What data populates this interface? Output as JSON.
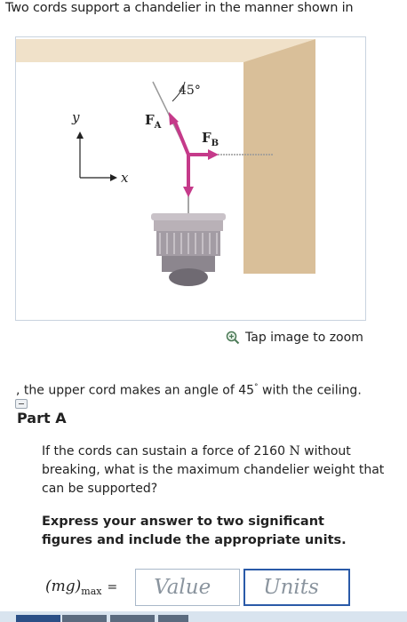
{
  "problem": {
    "intro": "Two cords support a chandelier in the manner shown in",
    "statement_prefix": ", the upper cord makes an angle of 45",
    "statement_degree": "°",
    "statement_suffix": " with the ceiling."
  },
  "figure": {
    "angle_label": "45°",
    "force_a_label": "F",
    "force_a_sub": "A",
    "force_b_label": "F",
    "force_b_sub": "B",
    "axis_y": "y",
    "axis_x": "x",
    "colors": {
      "ceiling": "#e7d3b4",
      "wall": "#ecd9bb",
      "force": "#c53a8a",
      "cord": "#888888"
    }
  },
  "zoom": {
    "label": "Tap image to zoom",
    "icon": "zoom-in-icon"
  },
  "part": {
    "title": "Part A",
    "question_1": "If the cords can sustain a force of 2160 ",
    "question_unit": "N",
    "question_2": " without breaking, what is the maximum chandelier weight that can be supported?",
    "instruction": "Express your answer to two significant figures and include the appropriate units."
  },
  "answer": {
    "label_main": "(mg)",
    "label_sub": "max",
    "label_eq": "=",
    "value_placeholder": "Value",
    "units_placeholder": "Units"
  }
}
